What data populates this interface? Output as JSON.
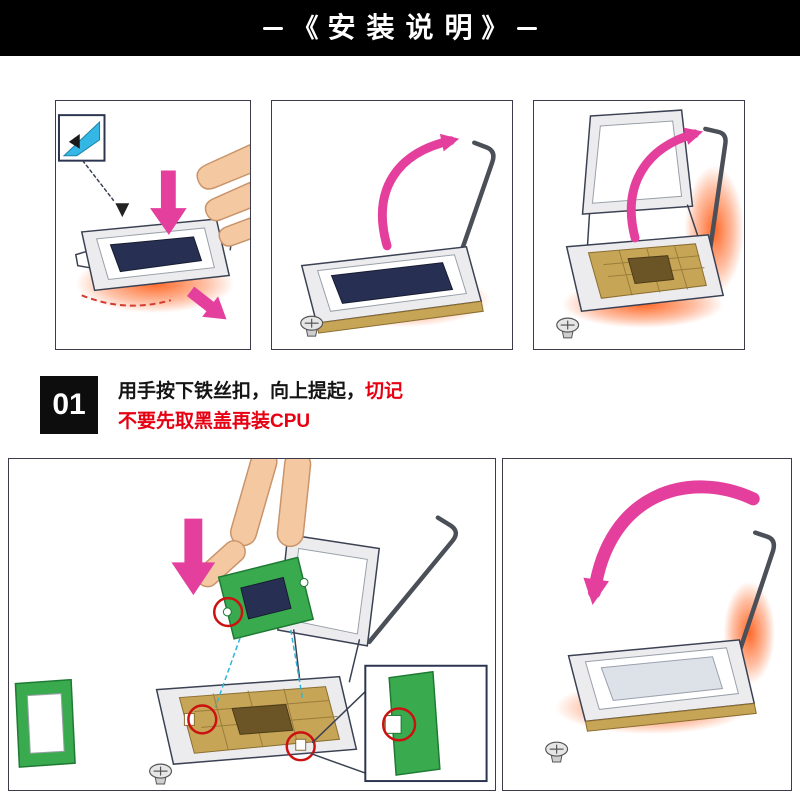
{
  "header": {
    "bracket_left": "《",
    "title": "安装说明",
    "bracket_right": "》"
  },
  "step": {
    "number": "01",
    "line1_black": "用手按下铁丝扣，向上提起，",
    "line1_red": "切记",
    "line2_red": "不要先取黑盖再装CPU"
  },
  "colors": {
    "header_bg": "#000000",
    "header_text": "#ffffff",
    "arrow_pink": "#e43f9d",
    "warning_red": "#e60012",
    "step_box_bg": "#0d0d0d",
    "panel_border": "#3b3b4c",
    "socket_silver": "#ececef",
    "socket_navy": "#273052",
    "pad_gold": "#c7a557",
    "pcb_green": "#3aaa4f",
    "glow_orange": "#ff4d00",
    "highlight_red": "#cc1111",
    "inset_cyan": "#35b7e5"
  }
}
